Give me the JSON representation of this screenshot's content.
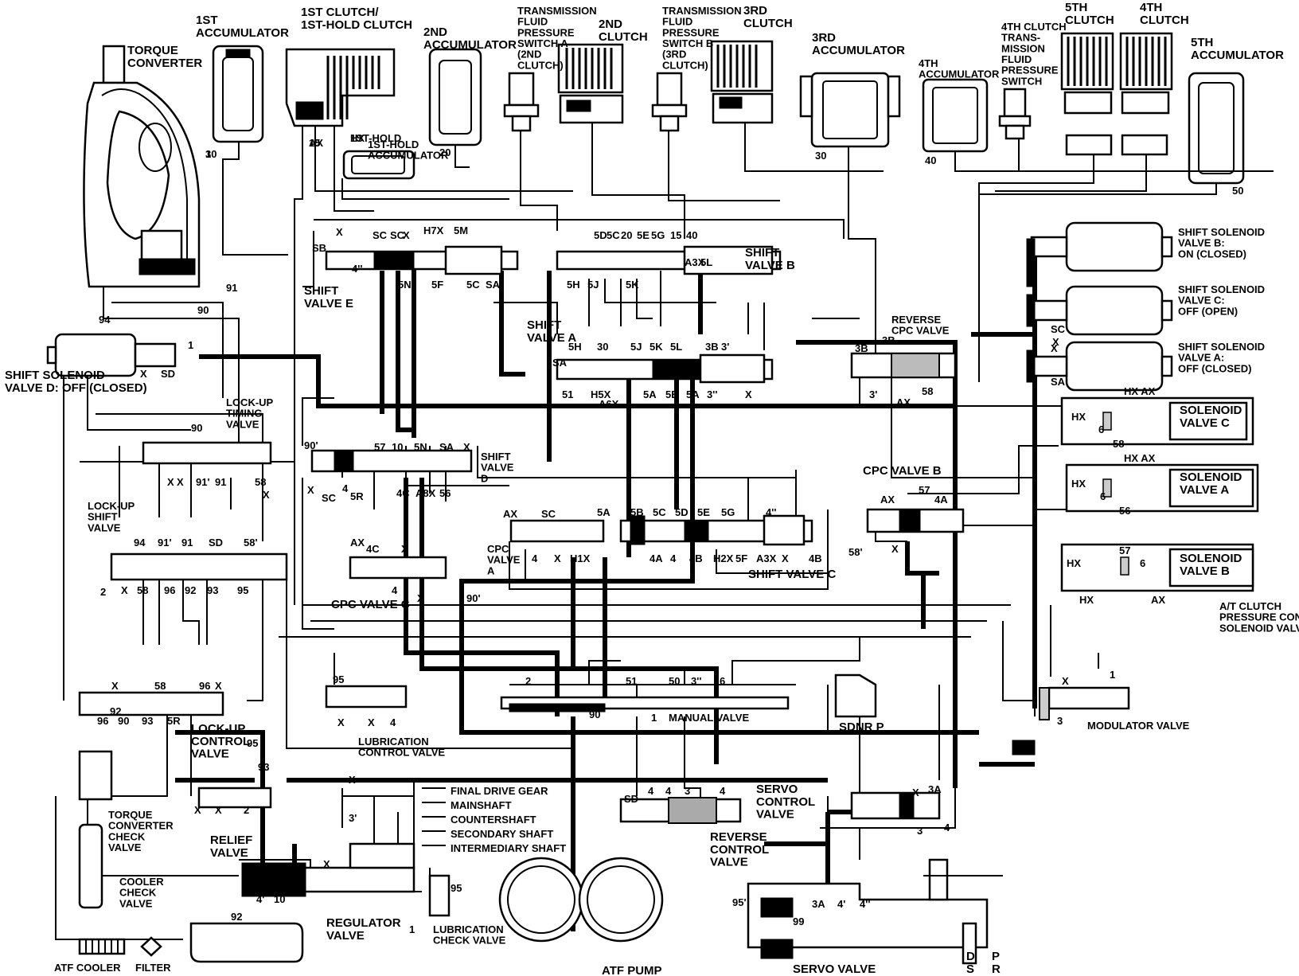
{
  "components": {
    "torque_converter": "TORQUE\nCONVERTER",
    "acc_1st": "1ST\nACCUMULATOR",
    "clutch_1st": "1ST CLUTCH/\n1ST-HOLD CLUTCH",
    "acc_2nd": "2ND\nACCUMULATOR",
    "tfps_a": "TRANSMISSION\nFLUID\nPRESSURE\nSWITCH A\n(2ND\nCLUTCH)",
    "clutch_2nd": "2ND\nCLUTCH",
    "tfps_b": "TRANSMISSION\nFLUID\nPRESSURE\nSWITCH B\n(3RD\nCLUTCH)",
    "clutch_3rd": "3RD\nCLUTCH",
    "acc_3rd": "3RD\nACCUMULATOR",
    "acc_4th": "4TH\nACCUMULATOR",
    "tfps_4th": "4TH CLUTCH\nTRANS-\nMISSION\nFLUID\nPRESSURE\nSWITCH",
    "clutch_5th": "5TH\nCLUTCH",
    "clutch_4th": "4TH\nCLUTCH",
    "acc_5th": "5TH\nACCUMULATOR",
    "acc_1st_hold": "1ST-HOLD\nACCUMULATOR",
    "shift_valve_e": "SHIFT\nVALVE E",
    "shift_valve_b": "SHIFT\nVALVE B",
    "shift_valve_a": "SHIFT\nVALVE A",
    "reverse_cpc_valve": "REVERSE\nCPC VALVE",
    "ss_valve_b": "SHIFT SOLENOID\nVALVE B:\nON (CLOSED)",
    "ss_valve_c": "SHIFT SOLENOID\nVALVE C:\nOFF (OPEN)",
    "ss_valve_a": "SHIFT SOLENOID\nVALVE A:\nOFF (CLOSED)",
    "ss_valve_d": "SHIFT SOLENOID\nVALVE D: OFF (CLOSED)",
    "lockup_timing_valve": "LOCK-UP\nTIMING\nVALVE",
    "shift_valve_d": "SHIFT\nVALVE\nD",
    "solenoid_valve_c": "SOLENOID\nVALVE C",
    "solenoid_valve_a": "SOLENOID\nVALVE A",
    "solenoid_valve_b": "SOLENOID\nVALVE B",
    "cpc_valve_b": "CPC VALVE B",
    "lockup_shift_valve": "LOCK-UP\nSHIFT\nVALVE",
    "cpc_valve_a": "CPC\nVALVE\nA",
    "cpc_valve_c": "CPC VALVE C",
    "shift_valve_c": "SHIFT VALVE C",
    "at_clutch_pcsv": "A/T CLUTCH\nPRESSURE CONTROL\nSOLENOID VALVES",
    "manual_valve": "MANUAL VALVE",
    "manual_positions": "SDNR  P",
    "lockup_control_valve": "LOCK-UP\nCONTROL\nVALVE",
    "lubrication_control_valve": "LUBRICATION\nCONTROL VALVE",
    "modulator_valve": "MODULATOR VALVE",
    "servo_control_valve": "SERVO\nCONTROL\nVALVE",
    "reverse_control_valve": "REVERSE\nCONTROL\nVALVE",
    "tc_check_valve": "TORQUE\nCONVERTER\nCHECK\nVALVE",
    "relief_valve": "RELIEF\nVALVE",
    "final_drive_gear": "FINAL DRIVE GEAR",
    "mainshaft": "MAINSHAFT",
    "countershaft": "COUNTERSHAFT",
    "secondary_shaft": "SECONDARY SHAFT",
    "intermediary_shaft": "INTERMEDIARY SHAFT",
    "cooler_check_valve": "COOLER\nCHECK\nVALVE",
    "regulator_valve": "REGULATOR\nVALVE",
    "lubrication_check_valve": "LUBRICATION\nCHECK VALVE",
    "atf_cooler": "ATF COOLER",
    "filter": "FILTER",
    "atf_pump": "ATF PUMP",
    "servo_valve": "SERVO VALVE",
    "servo_positions_l": "D\nS",
    "servo_positions_r": "P\nR"
  },
  "solenoid_box_labels": {
    "hx": "HX",
    "ax": "AX",
    "hxax": "HX AX"
  },
  "port_labels": [
    "10",
    "15",
    "1ST-HOLD",
    "20",
    "30",
    "40",
    "50",
    "SB",
    "X",
    "SC",
    "SC",
    "X",
    "H7X",
    "5M",
    "5D",
    "5C",
    "20",
    "5E",
    "5G",
    "15",
    "40",
    "4''",
    "5N",
    "5F",
    "5C",
    "SA",
    "5H",
    "5J",
    "5K",
    "A3X",
    "5L",
    "91",
    "94",
    "90",
    "1",
    "X",
    "SD",
    "5H",
    "30",
    "5J",
    "5K",
    "5L",
    "3B",
    "3'",
    "SA",
    "51",
    "H5X",
    "A6X",
    "5A",
    "5B",
    "5A",
    "3''",
    "X",
    "3B",
    "3B",
    "3'",
    "AX",
    "58",
    "SC",
    "X",
    "SA",
    "X",
    "6",
    "58",
    "6",
    "56",
    "57",
    "6",
    "90",
    "91'",
    "91",
    "58",
    "X",
    "X",
    "X",
    "90'",
    "SC",
    "5R",
    "57",
    "10",
    "5N",
    "SA",
    "X",
    "X",
    "4",
    "4C",
    "A8X",
    "56",
    "AX",
    "SC",
    "5A",
    "5B",
    "5C",
    "5D",
    "5E",
    "5G",
    "4''",
    "AX",
    "57",
    "4A",
    "4",
    "X",
    "H1X",
    "4A",
    "4",
    "4B",
    "H2X",
    "5F",
    "A3X",
    "X",
    "4B",
    "X",
    "58'",
    "94",
    "91'",
    "91",
    "SD",
    "58'",
    "AX",
    "4C",
    "X",
    "2",
    "X",
    "58",
    "96",
    "92",
    "93",
    "95",
    "4",
    "X",
    "90'",
    "X",
    "92",
    "58",
    "96",
    "X",
    "96",
    "90",
    "93",
    "5R",
    "95",
    "X",
    "X",
    "4",
    "2",
    "51",
    "50",
    "3''",
    "6",
    "X",
    "1",
    "3",
    "1",
    "90",
    "95",
    "93",
    "X",
    "X",
    "2",
    "SD",
    "4",
    "4",
    "3",
    "4",
    "X",
    "3A",
    "3",
    "4",
    "X",
    "4'",
    "10",
    "95",
    "1",
    "92",
    "95'",
    "95",
    "99",
    "3A",
    "4'",
    "4''",
    "X",
    "3'",
    "3",
    "AX",
    "HX"
  ]
}
